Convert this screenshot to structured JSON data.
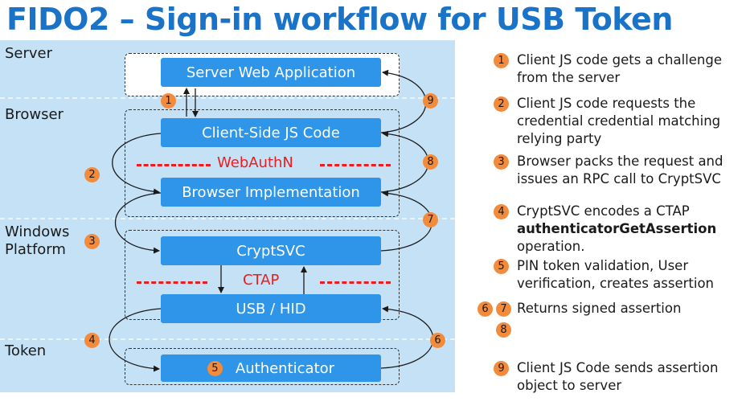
{
  "title": "FIDO2 – Sign-in workflow for USB Token",
  "layers": {
    "server": "Server",
    "browser": "Browser",
    "windows": "Windows",
    "platform": "Platform",
    "token": "Token"
  },
  "components": {
    "server_web_app": "Server Web Application",
    "client_js": "Client-Side JS Code",
    "browser_impl": "Browser Implementation",
    "cryptsvc": "CryptSVC",
    "usb_hid": "USB / HID",
    "authenticator": "Authenticator"
  },
  "protocols": {
    "webauthn": "WebAuthN",
    "ctap": "CTAP"
  },
  "step_numbers": [
    "1",
    "2",
    "3",
    "4",
    "5",
    "6",
    "7",
    "8",
    "9"
  ],
  "steps": [
    {
      "num": "1",
      "text": "Client JS code gets a challenge from the server"
    },
    {
      "num": "2",
      "text": "Client JS code requests the credential credential matching relying party"
    },
    {
      "num": "3",
      "text": "Browser packs the request and issues an RPC call to CryptSVC"
    },
    {
      "num": "4",
      "text_before": "CryptSVC encodes a CTAP",
      "text_bold": "authenticatorGetAssertion",
      "text_after": "operation."
    },
    {
      "num": "5",
      "text": "PIN token validation, User verification, creates assertion"
    },
    {
      "num_a": "6",
      "num_b": "7",
      "num_c": "8",
      "text": "Returns signed assertion"
    },
    {
      "num": "9",
      "text": "Client JS Code sends assertion object to server"
    }
  ],
  "colors": {
    "title": "#1a73c7",
    "diagram_bg": "#c5e1f6",
    "component": "#2e95e8",
    "protocol": "#ee1c1c",
    "badge": "#f38b3c"
  }
}
